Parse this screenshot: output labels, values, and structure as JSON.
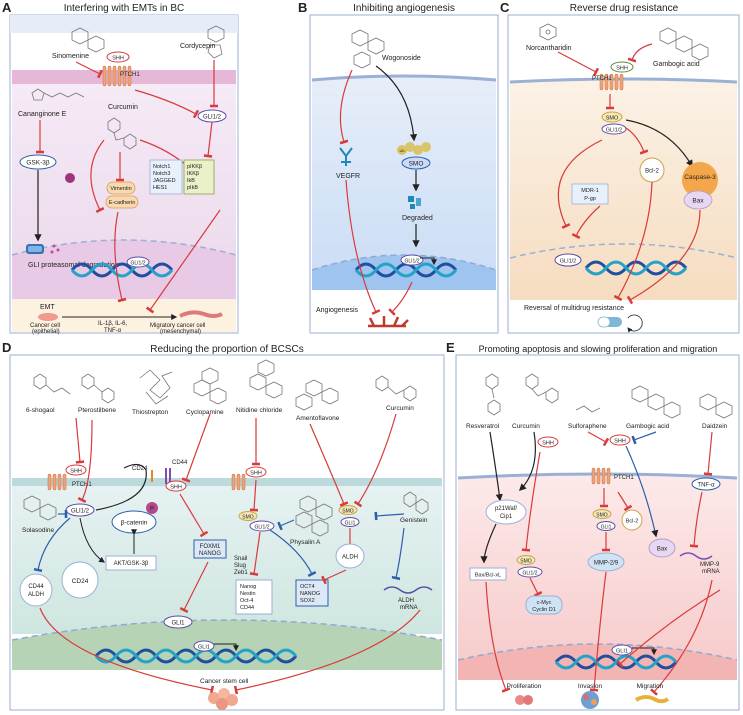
{
  "panels": {
    "A": {
      "letter": "A",
      "title": "Interfering with EMTs in BC",
      "compounds": {
        "sinomenine": "Sinomenine",
        "cordycepin": "Cordycepin",
        "cananginone": "Cananginone E",
        "curcumin": "Curcumin"
      },
      "proteins": {
        "shh": "SHH",
        "ptch1": "PTCH1",
        "gli12": "GLI1/2",
        "gsk3b": "GSK-3β",
        "vimentin": "Vimentin",
        "ecadherin": "E-cadherin",
        "gli12_dna": "GLI1/2"
      },
      "notch_box": [
        "Notch1",
        "Notch3",
        "JAGGED",
        "HES1"
      ],
      "ikk_box": [
        "pIKKβ",
        "IKKβ",
        "IkB",
        "pIkB"
      ],
      "degradation": "GLI proteasomal degradation",
      "emt": "EMT",
      "cancer_cell": [
        "Cancer cell",
        "(epithelial)"
      ],
      "cytokines": [
        "IL-1β, IL-6,",
        "TNF-α"
      ],
      "migratory": [
        "Migratory cancer cell",
        "(mesenchymal)"
      ]
    },
    "B": {
      "letter": "B",
      "title": "Inhibiting angiogenesis",
      "compounds": {
        "wogonoside": "Wogonoside"
      },
      "proteins": {
        "vegfr": "VEGFR",
        "smo": "SMO",
        "degraded": "Degraded",
        "gli12": "GLI1/2",
        "ub": "Ub"
      },
      "angiogenesis": "Angiogenesis"
    },
    "C": {
      "letter": "C",
      "title": "Reverse drug resistance",
      "compounds": {
        "norcantharidin": "Norcantharidin",
        "gambogic": "Gambogic acid"
      },
      "proteins": {
        "shh": "SHH",
        "ptch1": "PTCH1",
        "smo": "SMO",
        "gli12": "GLI1/2",
        "bcl2": "Bcl-2",
        "caspase3": "Caspase-3",
        "bax": "Bax",
        "mdr": [
          "MDR-1",
          "P-gp"
        ],
        "gli12_dna": "GLI1/2"
      },
      "reversal": "Reversal of multidrug resistance"
    },
    "D": {
      "letter": "D",
      "title": "Reducing the proportion of BCSCs",
      "compounds": {
        "shogaol": "6-shogaol",
        "pterostilbene": "Pterostilbene",
        "thiostrepton": "Thiostrepton",
        "cyclopamine": "Cyclopamine",
        "nitidine": "Nitidine chloride",
        "amentoflavone": "Amentoflavone",
        "curcumin": "Curcumin",
        "solasodine": "Solasodine",
        "physalin": "Physalin A",
        "genistein": "Genistein"
      },
      "proteins": {
        "shh1": "SHH",
        "ptch1": "PTCH1",
        "cd24": "CD24",
        "cd44": "CD44",
        "shh2": "SHH",
        "shh3": "SHH",
        "gli12": "GLI1/2",
        "betacatenin": "β-catenin",
        "p": "P",
        "akt": "AKT/GSK-3β",
        "smo1": "SMO",
        "gli12b": "GLI1/2",
        "smo2": "SMO",
        "gli1b": "GLI1",
        "aldh": "ALDH",
        "gli1": "GLI1",
        "gli1_dna": "GLI1"
      },
      "foxm1": [
        "FOXM1",
        "NANOG"
      ],
      "snail": [
        "Snail",
        "Slug",
        "Zeb1"
      ],
      "nanog_group": [
        "Nanog",
        "Nestin",
        "Oct-4",
        "CD44"
      ],
      "oct4_group": [
        "OCT4",
        "NANOG",
        "SOX2"
      ],
      "cd44_group": [
        "CD44",
        "ALDH"
      ],
      "cd24_cell": "CD24",
      "aldh_mrna": [
        "ALDH",
        "mRNA"
      ],
      "stem_cell": "Cancer stem cell"
    },
    "E": {
      "letter": "E",
      "title": "Promoting apoptosis and slowing proliferation and migration",
      "compounds": {
        "resveratrol": "Resveratrol",
        "curcumin": "Curcumin",
        "sulforaphene": "Sulforaphene",
        "gambogic": "Gambogic acid",
        "daidzein": "Daidzein"
      },
      "proteins": {
        "shh1": "SHH",
        "shh2": "SHH",
        "ptch1": "PTCH1",
        "p21": [
          "p21Waf/",
          "Cip1"
        ],
        "smo1": "SMO",
        "gli1": "GLI1",
        "bcl2": "Bcl-2",
        "tnfa": "TNF-α",
        "bax": "Bax",
        "mmp29": "MMP-2/9",
        "smo2": "SMO",
        "gli12": "GLI1/2",
        "baxbcl": "Bax/Bcl-xL",
        "cmyc": [
          "c-Myc",
          "Cyclin D1"
        ],
        "mmp9": [
          "MMP-9",
          "mRNA"
        ],
        "gli1_dna": "GLI1"
      },
      "outcomes": {
        "proliferation": "Proliferation",
        "invasion": "Invasion",
        "migration": "Migration"
      }
    }
  },
  "colors": {
    "inhibit": "#d93a3a",
    "activate": "#222222",
    "blue_inhibit": "#2f5fa8",
    "gli_stroke": "#5b4fa8",
    "smo_fill": "#f3e7b6",
    "membrane": "#e5b8d8"
  }
}
